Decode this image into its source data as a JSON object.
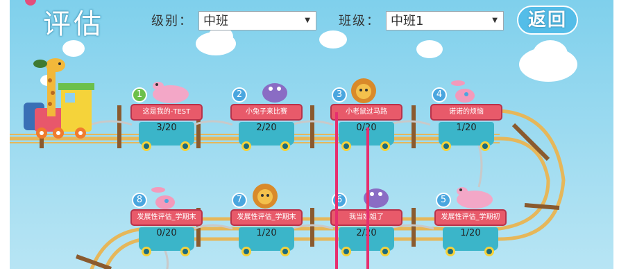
{
  "header": {
    "title": "评估",
    "level_label": "级别：",
    "level_value": "中班",
    "class_label": "班级：",
    "class_value": "中班1",
    "back_label": "返回"
  },
  "levels": [
    {
      "num": "1",
      "name": "这是我的-TEST",
      "progress": "3/20",
      "animal": "hippo",
      "completed": true
    },
    {
      "num": "2",
      "name": "小兔子来比赛",
      "progress": "2/20",
      "animal": "dinosaur",
      "completed": false
    },
    {
      "num": "3",
      "name": "小老鼠过马路",
      "progress": "0/20",
      "animal": "lion",
      "completed": false
    },
    {
      "num": "4",
      "name": "诺诺的烦恼",
      "progress": "1/20",
      "animal": "rabbit",
      "completed": false
    },
    {
      "num": "5",
      "name": "发展性评估_学期初",
      "progress": "1/20",
      "animal": "hippo",
      "completed": false
    },
    {
      "num": "6",
      "name": "我当姐姐了",
      "progress": "2/20",
      "animal": "dinosaur",
      "completed": false
    },
    {
      "num": "7",
      "name": "发展性评估_学期末",
      "progress": "1/20",
      "animal": "lion",
      "completed": false
    },
    {
      "num": "8",
      "name": "发展性评估_学期末",
      "progress": "0/20",
      "animal": "rabbit",
      "completed": false
    }
  ],
  "colors": {
    "sky": "#7fd0ec",
    "track": "#e6b75a",
    "plate": "#e85a6a",
    "cart": "#3bb5c9",
    "badge": "#4aa6df",
    "badge_done": "#6cc04a",
    "back_button": "#54bde8",
    "guide_line": "#e62e6e"
  },
  "icons": {
    "caret": "caret-down-icon",
    "train": "train-icon",
    "giraffe": "giraffe-icon"
  }
}
